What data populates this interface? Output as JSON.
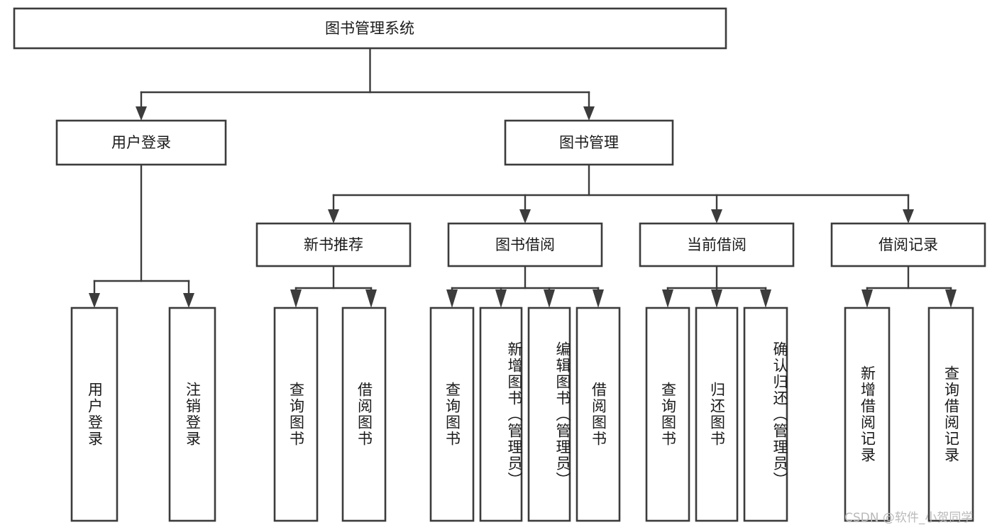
{
  "diagram": {
    "title": "图书管理系统",
    "watermark": "CSDN @软件_小贺同学",
    "style": {
      "stroke": "#3c3c3c",
      "box_fill": "#ffffff",
      "text": "#1a1a1a",
      "watermark_color": "#b9b9b9",
      "background": "#ffffff"
    },
    "levels": {
      "level1": [
        {
          "id": "root",
          "label": "图书管理系统",
          "orientation": "horizontal"
        }
      ],
      "level2": [
        {
          "id": "user-login",
          "label": "用户登录",
          "orientation": "horizontal"
        },
        {
          "id": "book-manage",
          "label": "图书管理",
          "orientation": "horizontal"
        }
      ],
      "level3": [
        {
          "id": "new-book-rec",
          "label": "新书推荐",
          "orientation": "horizontal"
        },
        {
          "id": "book-borrow",
          "label": "图书借阅",
          "orientation": "horizontal"
        },
        {
          "id": "current-borrow",
          "label": "当前借阅",
          "orientation": "horizontal"
        },
        {
          "id": "borrow-record",
          "label": "借阅记录",
          "orientation": "horizontal"
        }
      ],
      "level4": [
        {
          "id": "leaf-user-login",
          "label": "用户登录",
          "parent": "user-login",
          "orientation": "vertical"
        },
        {
          "id": "leaf-user-logout",
          "label": "注销登录",
          "parent": "user-login",
          "orientation": "vertical"
        },
        {
          "id": "leaf-query-book-1",
          "label": "查询图书",
          "parent": "new-book-rec",
          "orientation": "vertical"
        },
        {
          "id": "leaf-borrow-book-1",
          "label": "借阅图书",
          "parent": "new-book-rec",
          "orientation": "vertical"
        },
        {
          "id": "leaf-query-book-2",
          "label": "查询图书",
          "parent": "book-borrow",
          "orientation": "vertical"
        },
        {
          "id": "leaf-add-book",
          "label": "新增图书（管理员）",
          "parent": "book-borrow",
          "orientation": "vertical"
        },
        {
          "id": "leaf-edit-book",
          "label": "编辑图书（管理员）",
          "parent": "book-borrow",
          "orientation": "vertical"
        },
        {
          "id": "leaf-borrow-book-2",
          "label": "借阅图书",
          "parent": "book-borrow",
          "orientation": "vertical"
        },
        {
          "id": "leaf-query-book-3",
          "label": "查询图书",
          "parent": "current-borrow",
          "orientation": "vertical"
        },
        {
          "id": "leaf-return-book",
          "label": "归还图书",
          "parent": "current-borrow",
          "orientation": "vertical"
        },
        {
          "id": "leaf-confirm-return",
          "label": "确认归还（管理员）",
          "parent": "current-borrow",
          "orientation": "vertical"
        },
        {
          "id": "leaf-add-record",
          "label": "新增借阅记录",
          "parent": "borrow-record",
          "orientation": "vertical"
        },
        {
          "id": "leaf-query-record",
          "label": "查询借阅记录",
          "parent": "borrow-record",
          "orientation": "vertical"
        }
      ]
    }
  }
}
